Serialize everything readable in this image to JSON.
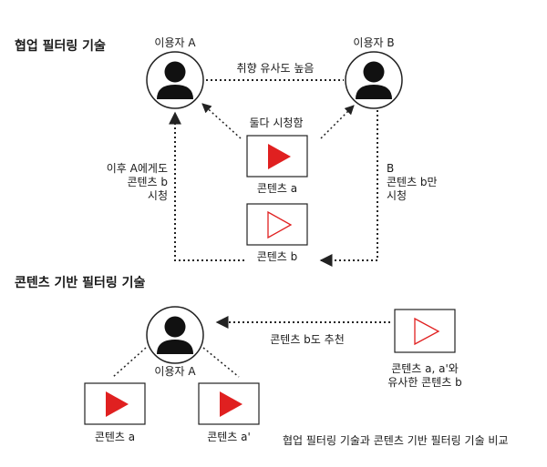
{
  "section1": {
    "title": "협업 필터링 기술",
    "user_a": "이용자 A",
    "user_b": "이용자 B",
    "similarity": "취향 유사도 높음",
    "both_watched": "둘다 시청함",
    "content_a": "콘텐츠 a",
    "content_b": "콘텐츠 b",
    "left_note": "이후 A에게도\n콘텐츠 b\n시청",
    "right_note": "B\n콘텐츠 b만\n시청"
  },
  "section2": {
    "title": "콘텐츠 기반 필터링 기술",
    "user_a": "이용자 A",
    "recommend": "콘텐츠 b도 추천",
    "content_a": "콘텐츠 a",
    "content_a_prime": "콘텐츠 a'",
    "similar_note": "콘텐츠 a, a'와\n유사한 콘텐츠 b"
  },
  "caption": "협업 필터링 기술과 콘텐츠 기반 필터링 기술 비교",
  "colors": {
    "accent": "#e02020",
    "line": "#222222"
  }
}
